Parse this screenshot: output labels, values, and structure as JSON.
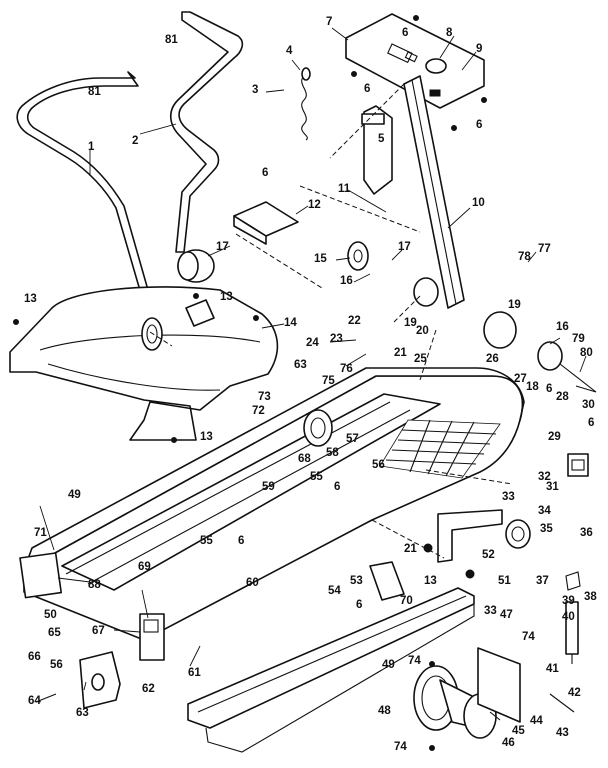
{
  "diagram": {
    "part_numbers": [
      "1",
      "2",
      "3",
      "4",
      "5",
      "6",
      "7",
      "8",
      "9",
      "10",
      "11",
      "12",
      "13",
      "14",
      "15",
      "16",
      "17",
      "18",
      "19",
      "20",
      "21",
      "22",
      "23",
      "24",
      "25",
      "26",
      "27",
      "28",
      "29",
      "30",
      "31",
      "32",
      "33",
      "34",
      "35",
      "36",
      "37",
      "38",
      "39",
      "40",
      "41",
      "42",
      "43",
      "44",
      "45",
      "46",
      "47",
      "48",
      "49",
      "50",
      "51",
      "52",
      "53",
      "54",
      "55",
      "56",
      "57",
      "58",
      "59",
      "60",
      "61",
      "62",
      "63",
      "64",
      "65",
      "66",
      "67",
      "68",
      "69",
      "70",
      "71",
      "72",
      "73",
      "74",
      "75",
      "76",
      "77",
      "78",
      "79",
      "80",
      "81",
      "88"
    ]
  }
}
